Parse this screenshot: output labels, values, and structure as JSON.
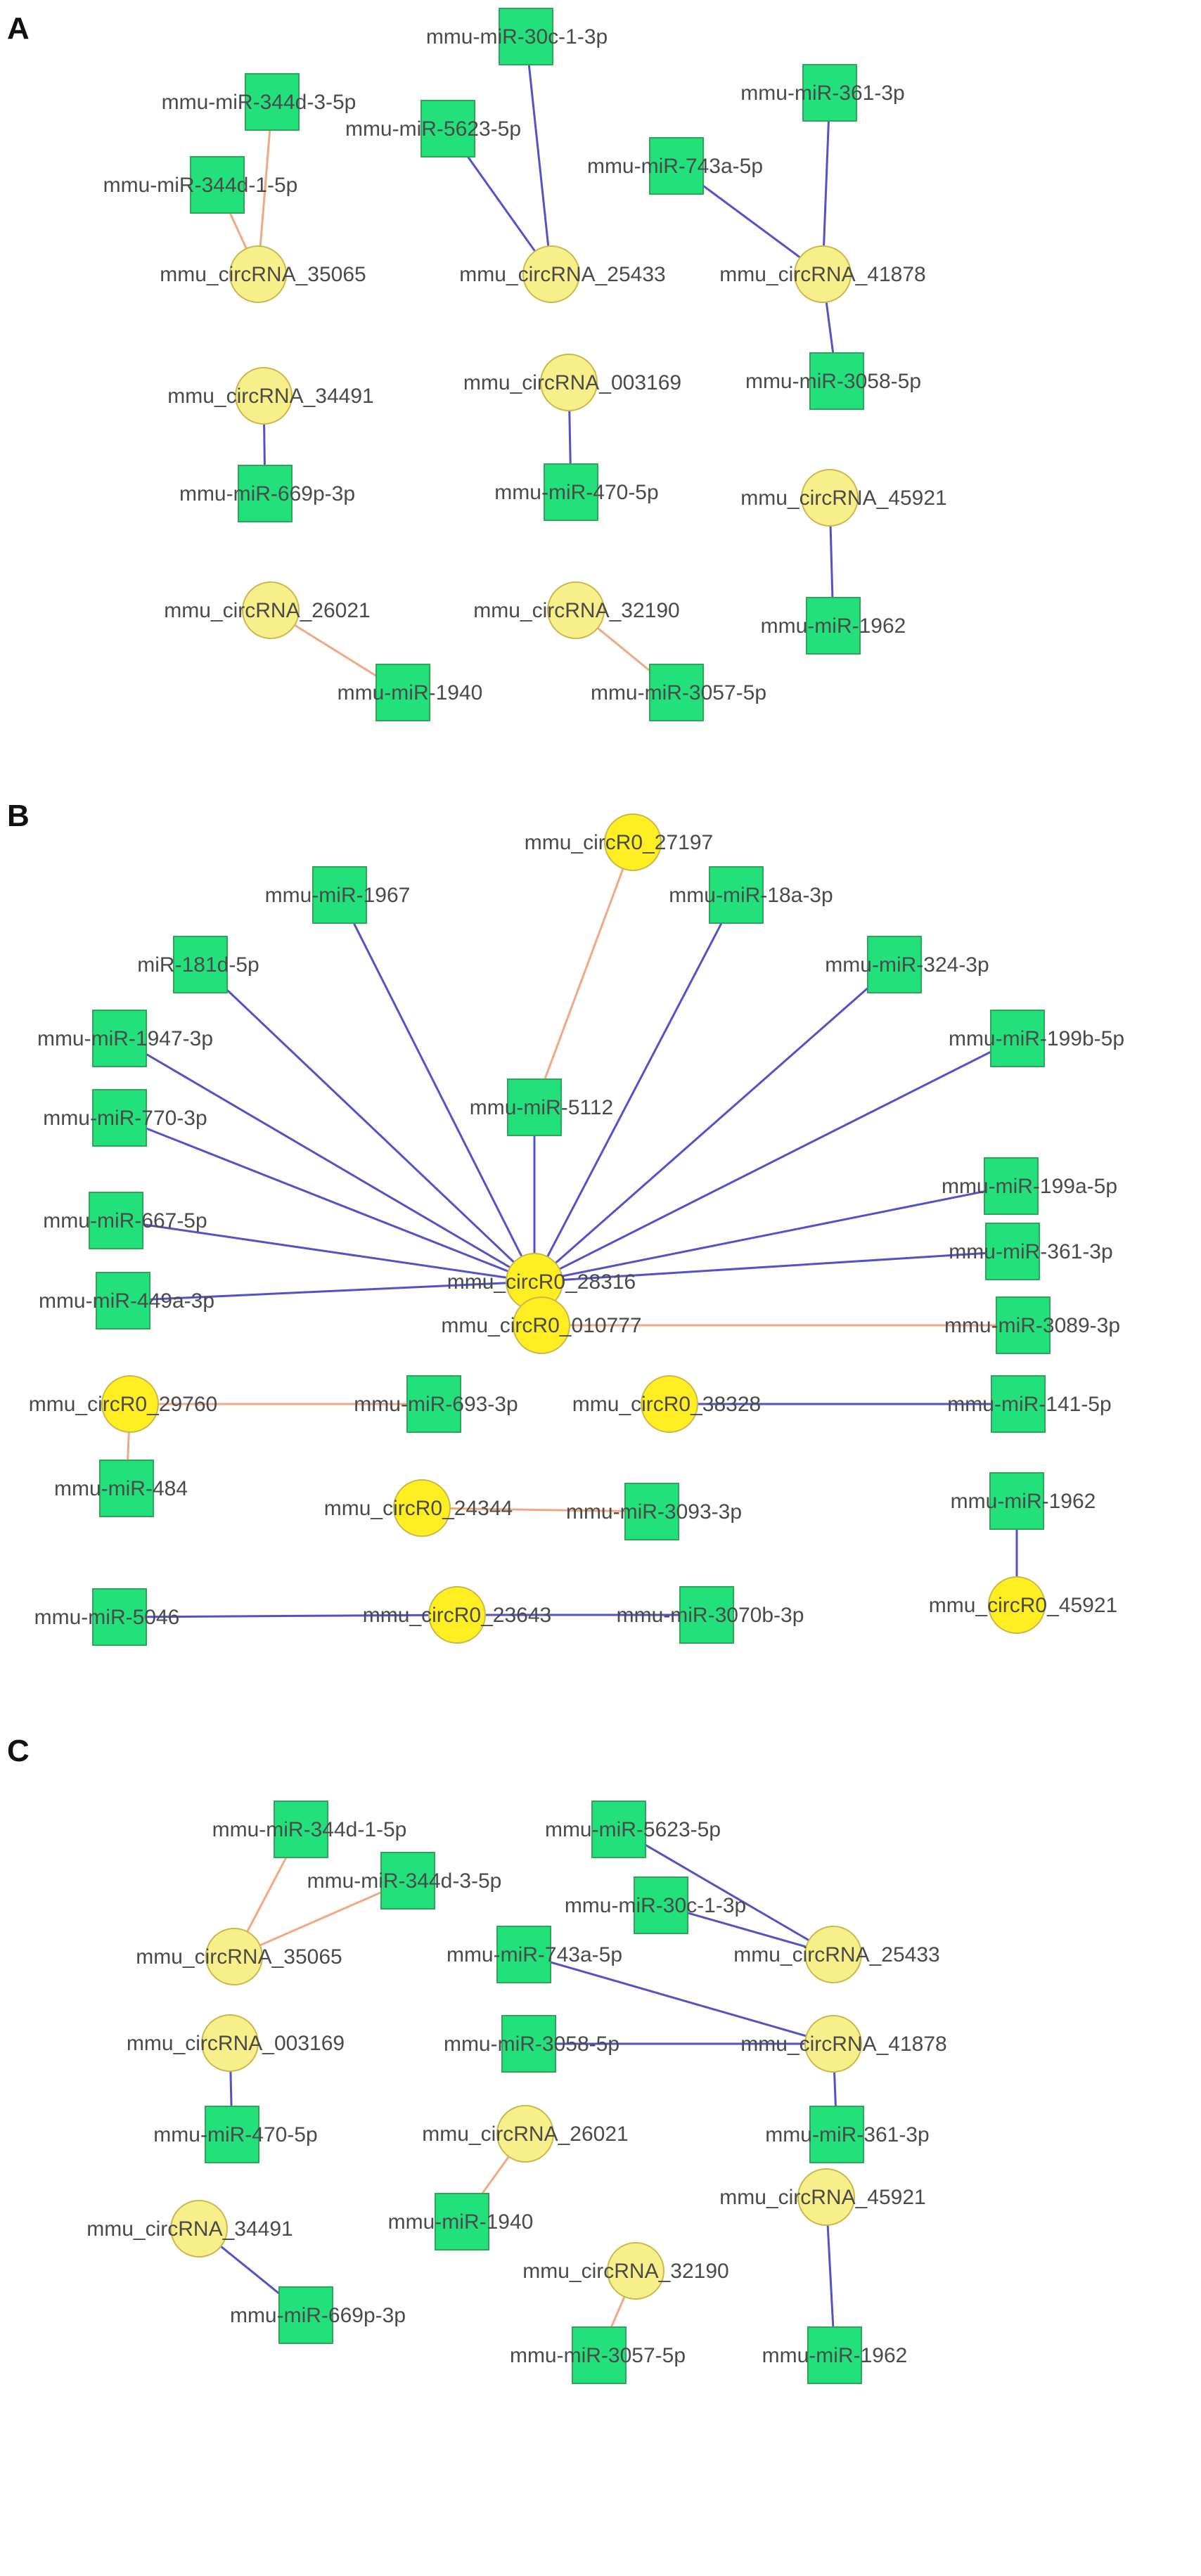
{
  "colors": {
    "mirna_fill": "#22e07a",
    "circrna_fill_pale": "#f7f08a",
    "circrna_fill_bright": "#ffee22",
    "edge_blue": "#5552c8",
    "edge_orange": "#f2a882"
  },
  "panels": [
    {
      "letter": "A",
      "nodes": [
        {
          "id": "a1",
          "type": "mirna",
          "label": "mmu-miR-344d-3-5p"
        },
        {
          "id": "a2",
          "type": "mirna",
          "label": "mmu-miR-344d-1-5p"
        },
        {
          "id": "a3",
          "type": "circrna",
          "label": "mmu_circRNA_35065"
        },
        {
          "id": "a4",
          "type": "mirna",
          "label": "mmu-miR-30c-1-3p"
        },
        {
          "id": "a5",
          "type": "mirna",
          "label": "mmu-miR-5623-5p"
        },
        {
          "id": "a6",
          "type": "circrna",
          "label": "mmu_circRNA_25433"
        },
        {
          "id": "a7",
          "type": "mirna",
          "label": "mmu-miR-361-3p"
        },
        {
          "id": "a8",
          "type": "mirna",
          "label": "mmu-miR-743a-5p"
        },
        {
          "id": "a9",
          "type": "circrna",
          "label": "mmu_circRNA_41878"
        },
        {
          "id": "a10",
          "type": "mirna",
          "label": "mmu-miR-3058-5p"
        },
        {
          "id": "a11",
          "type": "circrna",
          "label": "mmu_circRNA_34491"
        },
        {
          "id": "a12",
          "type": "mirna",
          "label": "mmu-miR-669p-3p"
        },
        {
          "id": "a13",
          "type": "circrna",
          "label": "mmu_circRNA_003169"
        },
        {
          "id": "a14",
          "type": "mirna",
          "label": "mmu-miR-470-5p"
        },
        {
          "id": "a15",
          "type": "circrna",
          "label": "mmu_circRNA_45921"
        },
        {
          "id": "a16",
          "type": "mirna",
          "label": "mmu-miR-1962"
        },
        {
          "id": "a17",
          "type": "circrna",
          "label": "mmu_circRNA_26021"
        },
        {
          "id": "a18",
          "type": "mirna",
          "label": "mmu-miR-1940"
        },
        {
          "id": "a19",
          "type": "circrna",
          "label": "mmu_circRNA_32190"
        },
        {
          "id": "a20",
          "type": "mirna",
          "label": "mmu-miR-3057-5p"
        }
      ],
      "edges": [
        {
          "from": "a3",
          "to": "a1",
          "color": "orange"
        },
        {
          "from": "a3",
          "to": "a2",
          "color": "orange"
        },
        {
          "from": "a6",
          "to": "a4",
          "color": "blue"
        },
        {
          "from": "a6",
          "to": "a5",
          "color": "blue"
        },
        {
          "from": "a9",
          "to": "a7",
          "color": "blue"
        },
        {
          "from": "a9",
          "to": "a8",
          "color": "blue"
        },
        {
          "from": "a9",
          "to": "a10",
          "color": "blue"
        },
        {
          "from": "a11",
          "to": "a12",
          "color": "blue"
        },
        {
          "from": "a13",
          "to": "a14",
          "color": "blue"
        },
        {
          "from": "a15",
          "to": "a16",
          "color": "blue"
        },
        {
          "from": "a17",
          "to": "a18",
          "color": "orange"
        },
        {
          "from": "a19",
          "to": "a20",
          "color": "orange"
        }
      ]
    },
    {
      "letter": "B",
      "nodes": [
        {
          "id": "b1",
          "type": "circrna",
          "bright": true,
          "label": "mmu_circR0_27197"
        },
        {
          "id": "b2",
          "type": "mirna",
          "label": "mmu-miR-1967"
        },
        {
          "id": "b3",
          "type": "mirna",
          "label": "mmu-miR-18a-3p"
        },
        {
          "id": "b4",
          "type": "mirna",
          "label": "miR-181d-5p"
        },
        {
          "id": "b5",
          "type": "mirna",
          "label": "mmu-miR-324-3p"
        },
        {
          "id": "b6",
          "type": "mirna",
          "label": "mmu-miR-1947-3p"
        },
        {
          "id": "b7",
          "type": "mirna",
          "label": "mmu-miR-199b-5p"
        },
        {
          "id": "b8",
          "type": "mirna",
          "label": "mmu-miR-5112"
        },
        {
          "id": "b9",
          "type": "mirna",
          "label": "mmu-miR-770-3p"
        },
        {
          "id": "b10",
          "type": "mirna",
          "label": "mmu-miR-199a-5p"
        },
        {
          "id": "b11",
          "type": "mirna",
          "label": "mmu-miR-667-5p"
        },
        {
          "id": "b12",
          "type": "mirna",
          "label": "mmu-miR-361-3p"
        },
        {
          "id": "b13",
          "type": "circrna",
          "bright": true,
          "label": "mmu_circR0_28316"
        },
        {
          "id": "b14",
          "type": "mirna",
          "label": "mmu-miR-449a-3p"
        },
        {
          "id": "b15",
          "type": "circrna",
          "bright": true,
          "label": "mmu_circR0_010777"
        },
        {
          "id": "b16",
          "type": "mirna",
          "label": "mmu-miR-3089-3p"
        },
        {
          "id": "b17",
          "type": "circrna",
          "bright": true,
          "label": "mmu_circR0_29760"
        },
        {
          "id": "b18",
          "type": "mirna",
          "label": "mmu-miR-693-3p"
        },
        {
          "id": "b19",
          "type": "circrna",
          "bright": true,
          "label": "mmu_circR0_38328"
        },
        {
          "id": "b20",
          "type": "mirna",
          "label": "mmu-miR-141-5p"
        },
        {
          "id": "b21",
          "type": "mirna",
          "label": "mmu-miR-484"
        },
        {
          "id": "b22",
          "type": "circrna",
          "bright": true,
          "label": "mmu_circR0_24344"
        },
        {
          "id": "b23",
          "type": "mirna",
          "label": "mmu-miR-3093-3p"
        },
        {
          "id": "b24",
          "type": "mirna",
          "label": "mmu-miR-1962"
        },
        {
          "id": "b25",
          "type": "mirna",
          "label": "mmu-miR-5046"
        },
        {
          "id": "b26",
          "type": "circrna",
          "bright": true,
          "label": "mmu_circR0_23643"
        },
        {
          "id": "b27",
          "type": "mirna",
          "label": "mmu-miR-3070b-3p"
        },
        {
          "id": "b28",
          "type": "circrna",
          "bright": true,
          "label": "mmu_circR0_45921"
        }
      ],
      "edges": [
        {
          "from": "b1",
          "to": "b8",
          "color": "orange"
        },
        {
          "from": "b13",
          "to": "b2",
          "color": "blue"
        },
        {
          "from": "b13",
          "to": "b3",
          "color": "blue"
        },
        {
          "from": "b13",
          "to": "b4",
          "color": "blue"
        },
        {
          "from": "b13",
          "to": "b5",
          "color": "blue"
        },
        {
          "from": "b13",
          "to": "b6",
          "color": "blue"
        },
        {
          "from": "b13",
          "to": "b7",
          "color": "blue"
        },
        {
          "from": "b13",
          "to": "b8",
          "color": "blue"
        },
        {
          "from": "b13",
          "to": "b9",
          "color": "blue"
        },
        {
          "from": "b13",
          "to": "b10",
          "color": "blue"
        },
        {
          "from": "b13",
          "to": "b11",
          "color": "blue"
        },
        {
          "from": "b13",
          "to": "b12",
          "color": "blue"
        },
        {
          "from": "b13",
          "to": "b14",
          "color": "blue"
        },
        {
          "from": "b15",
          "to": "b16",
          "color": "orange"
        },
        {
          "from": "b17",
          "to": "b18",
          "color": "orange"
        },
        {
          "from": "b17",
          "to": "b21",
          "color": "orange"
        },
        {
          "from": "b19",
          "to": "b20",
          "color": "blue"
        },
        {
          "from": "b22",
          "to": "b23",
          "color": "orange"
        },
        {
          "from": "b26",
          "to": "b25",
          "color": "blue"
        },
        {
          "from": "b26",
          "to": "b27",
          "color": "blue"
        },
        {
          "from": "b28",
          "to": "b24",
          "color": "blue"
        }
      ]
    },
    {
      "letter": "C",
      "nodes": [
        {
          "id": "c1",
          "type": "mirna",
          "label": "mmu-miR-344d-1-5p"
        },
        {
          "id": "c2",
          "type": "mirna",
          "label": "mmu-miR-344d-3-5p"
        },
        {
          "id": "c3",
          "type": "circrna",
          "label": "mmu_circRNA_35065"
        },
        {
          "id": "c4",
          "type": "mirna",
          "label": "mmu-miR-5623-5p"
        },
        {
          "id": "c5",
          "type": "mirna",
          "label": "mmu-miR-30c-1-3p"
        },
        {
          "id": "c6",
          "type": "circrna",
          "label": "mmu_circRNA_25433"
        },
        {
          "id": "c7",
          "type": "mirna",
          "label": "mmu-miR-743a-5p"
        },
        {
          "id": "c8",
          "type": "mirna",
          "label": "mmu-miR-3058-5p"
        },
        {
          "id": "c9",
          "type": "circrna",
          "label": "mmu_circRNA_41878"
        },
        {
          "id": "c10",
          "type": "circrna",
          "label": "mmu_circRNA_003169"
        },
        {
          "id": "c11",
          "type": "mirna",
          "label": "mmu-miR-470-5p"
        },
        {
          "id": "c12",
          "type": "circrna",
          "label": "mmu_circRNA_26021"
        },
        {
          "id": "c13",
          "type": "mirna",
          "label": "mmu-miR-361-3p"
        },
        {
          "id": "c14",
          "type": "mirna",
          "label": "mmu-miR-1940"
        },
        {
          "id": "c15",
          "type": "circrna",
          "label": "mmu_circRNA_45921"
        },
        {
          "id": "c16",
          "type": "circrna",
          "label": "mmu_circRNA_34491"
        },
        {
          "id": "c17",
          "type": "circrna",
          "label": "mmu_circRNA_32190"
        },
        {
          "id": "c18",
          "type": "mirna",
          "label": "mmu-miR-669p-3p"
        },
        {
          "id": "c19",
          "type": "mirna",
          "label": "mmu-miR-3057-5p"
        },
        {
          "id": "c20",
          "type": "mirna",
          "label": "mmu-miR-1962"
        }
      ],
      "edges": [
        {
          "from": "c3",
          "to": "c1",
          "color": "orange"
        },
        {
          "from": "c3",
          "to": "c2",
          "color": "orange"
        },
        {
          "from": "c6",
          "to": "c4",
          "color": "blue"
        },
        {
          "from": "c6",
          "to": "c5",
          "color": "blue"
        },
        {
          "from": "c9",
          "to": "c7",
          "color": "blue"
        },
        {
          "from": "c9",
          "to": "c8",
          "color": "blue"
        },
        {
          "from": "c9",
          "to": "c13",
          "color": "blue"
        },
        {
          "from": "c10",
          "to": "c11",
          "color": "blue"
        },
        {
          "from": "c12",
          "to": "c14",
          "color": "orange"
        },
        {
          "from": "c15",
          "to": "c20",
          "color": "blue"
        },
        {
          "from": "c16",
          "to": "c18",
          "color": "blue"
        },
        {
          "from": "c17",
          "to": "c19",
          "color": "orange"
        }
      ]
    }
  ]
}
